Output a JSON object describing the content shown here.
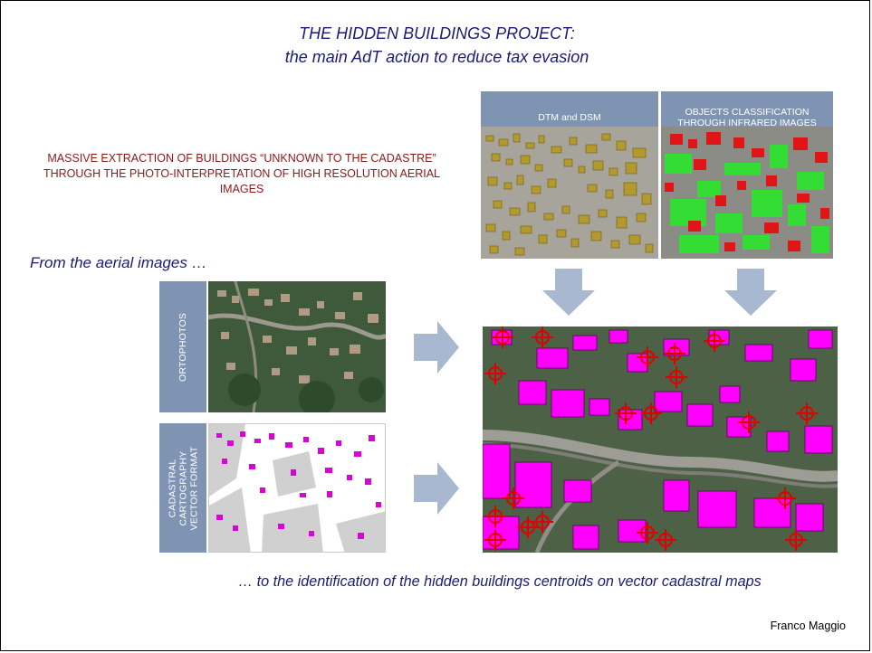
{
  "title": {
    "line1": "THE HIDDEN BUILDINGS PROJECT:",
    "line2": "the main AdT action to reduce tax evasion"
  },
  "intro_text": "MASSIVE EXTRACTION OF BUILDINGS “UNKNOWN TO THE CADASTRE” THROUGH THE PHOTO-INTERPRETATION OF HIGH RESOLUTION AERIAL IMAGES",
  "from_text": "From the aerial images …",
  "bottom_text": "… to the identification of the hidden buildings centroids on vector cadastral maps",
  "panels": {
    "dtm_label": "DTM and DSM",
    "objects_label_line1": "OBJECTS  CLASSIFICATION",
    "objects_label_line2": "THROUGH INFRARED IMAGES",
    "ortophotos_label": "ORTOPHOTOS",
    "cadastral_label": "CADASTRAL\nCARTOGRAPHY\nVECTOR FORMAT"
  },
  "author": "Franco Maggio",
  "colors": {
    "title_blue": "#1a1a7a",
    "intro_red": "#8b1a1a",
    "label_bg": "#7f93b3",
    "arrow_fill": "#a9b8d1",
    "building_magenta": "#ff00ff",
    "marker_red": "#e00000",
    "veg_green": "#33dd33"
  },
  "icons": [
    "arrow-down-icon",
    "arrow-right-icon",
    "centroid-marker-icon"
  ]
}
